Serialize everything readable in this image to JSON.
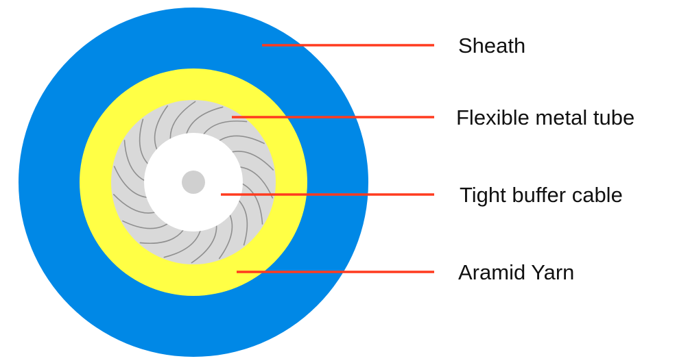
{
  "colors": {
    "sheath": "#0088e6",
    "aramid_yarn": "#ffff45",
    "metal_tube": "#d9d9d9",
    "metal_tube_blades": "#8f8f8f",
    "tight_buffer": "#ffffff",
    "fiber_core": "#d0d0d0",
    "leader_line": "#ff3b1f"
  },
  "labels": [
    {
      "id": "sheath",
      "text": "Sheath"
    },
    {
      "id": "flexible-metal-tube",
      "text": "Flexible metal tube"
    },
    {
      "id": "tight-buffer-cable",
      "text": "Tight buffer cable"
    },
    {
      "id": "aramid-yarn",
      "text": "Aramid Yarn"
    }
  ],
  "metal_tube_blade_count": 18
}
